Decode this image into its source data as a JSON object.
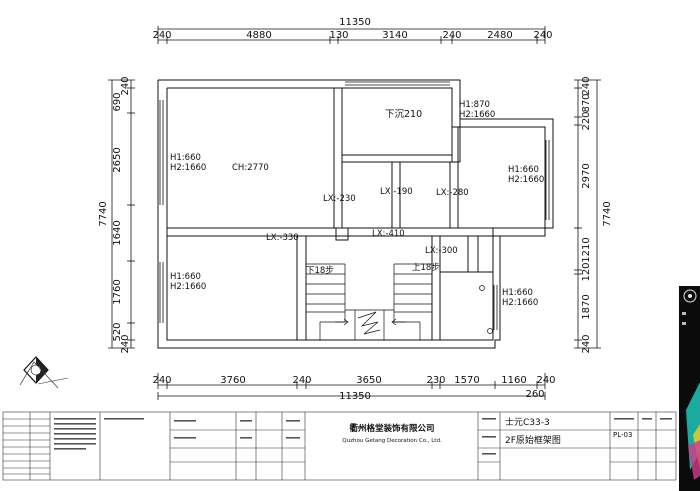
{
  "dimensions": {
    "top_total": "11350",
    "top_segments": [
      "240",
      "4880",
      "130",
      "3140",
      "240",
      "2480",
      "240"
    ],
    "bottom_segments": [
      "240",
      "3760",
      "240",
      "3650",
      "230",
      "1570",
      "1160",
      "240"
    ],
    "bottom_total": "11350",
    "bottom_extra": "260",
    "left_segments": [
      "240",
      "690",
      "2650",
      "1640",
      "1760",
      "520",
      "240"
    ],
    "left_total": "7740",
    "right_segments": [
      "240",
      "870",
      "220",
      "2970",
      "1210",
      "120",
      "1870",
      "240"
    ],
    "right_total": "7740"
  },
  "rooms": {
    "big_room_h1": "H1:660",
    "big_room_h2": "H2:1660",
    "ceiling_height": "CH:2770",
    "lower_left_h1": "H1:660",
    "lower_left_h2": "H2:1660",
    "top_mid_h1": "H1:870",
    "top_mid_h2": "H2:1660",
    "sunken": "下沉210",
    "right_h1": "H1:660",
    "right_h2": "H2:1660",
    "bottom_right_h1": "H1:660",
    "bottom_right_h2": "H2:1660",
    "lx_230": "LX:-230",
    "lx_190": "LX:-190",
    "lx_280": "LX:-280",
    "lx_330": "LX:-330",
    "lx_410": "LX:-410",
    "lx_300": "LX:-300",
    "stair_down_left": "下18步",
    "stair_up_right": "上18步"
  },
  "title_block": {
    "company_cn": "衢州格堂装饰有限公司",
    "company_en": "Quzhou Getang Decoration Co., Ltd.",
    "project": "士元C33-3",
    "drawing_title": "2F原始框架图",
    "sheet_no": "PL-03"
  }
}
